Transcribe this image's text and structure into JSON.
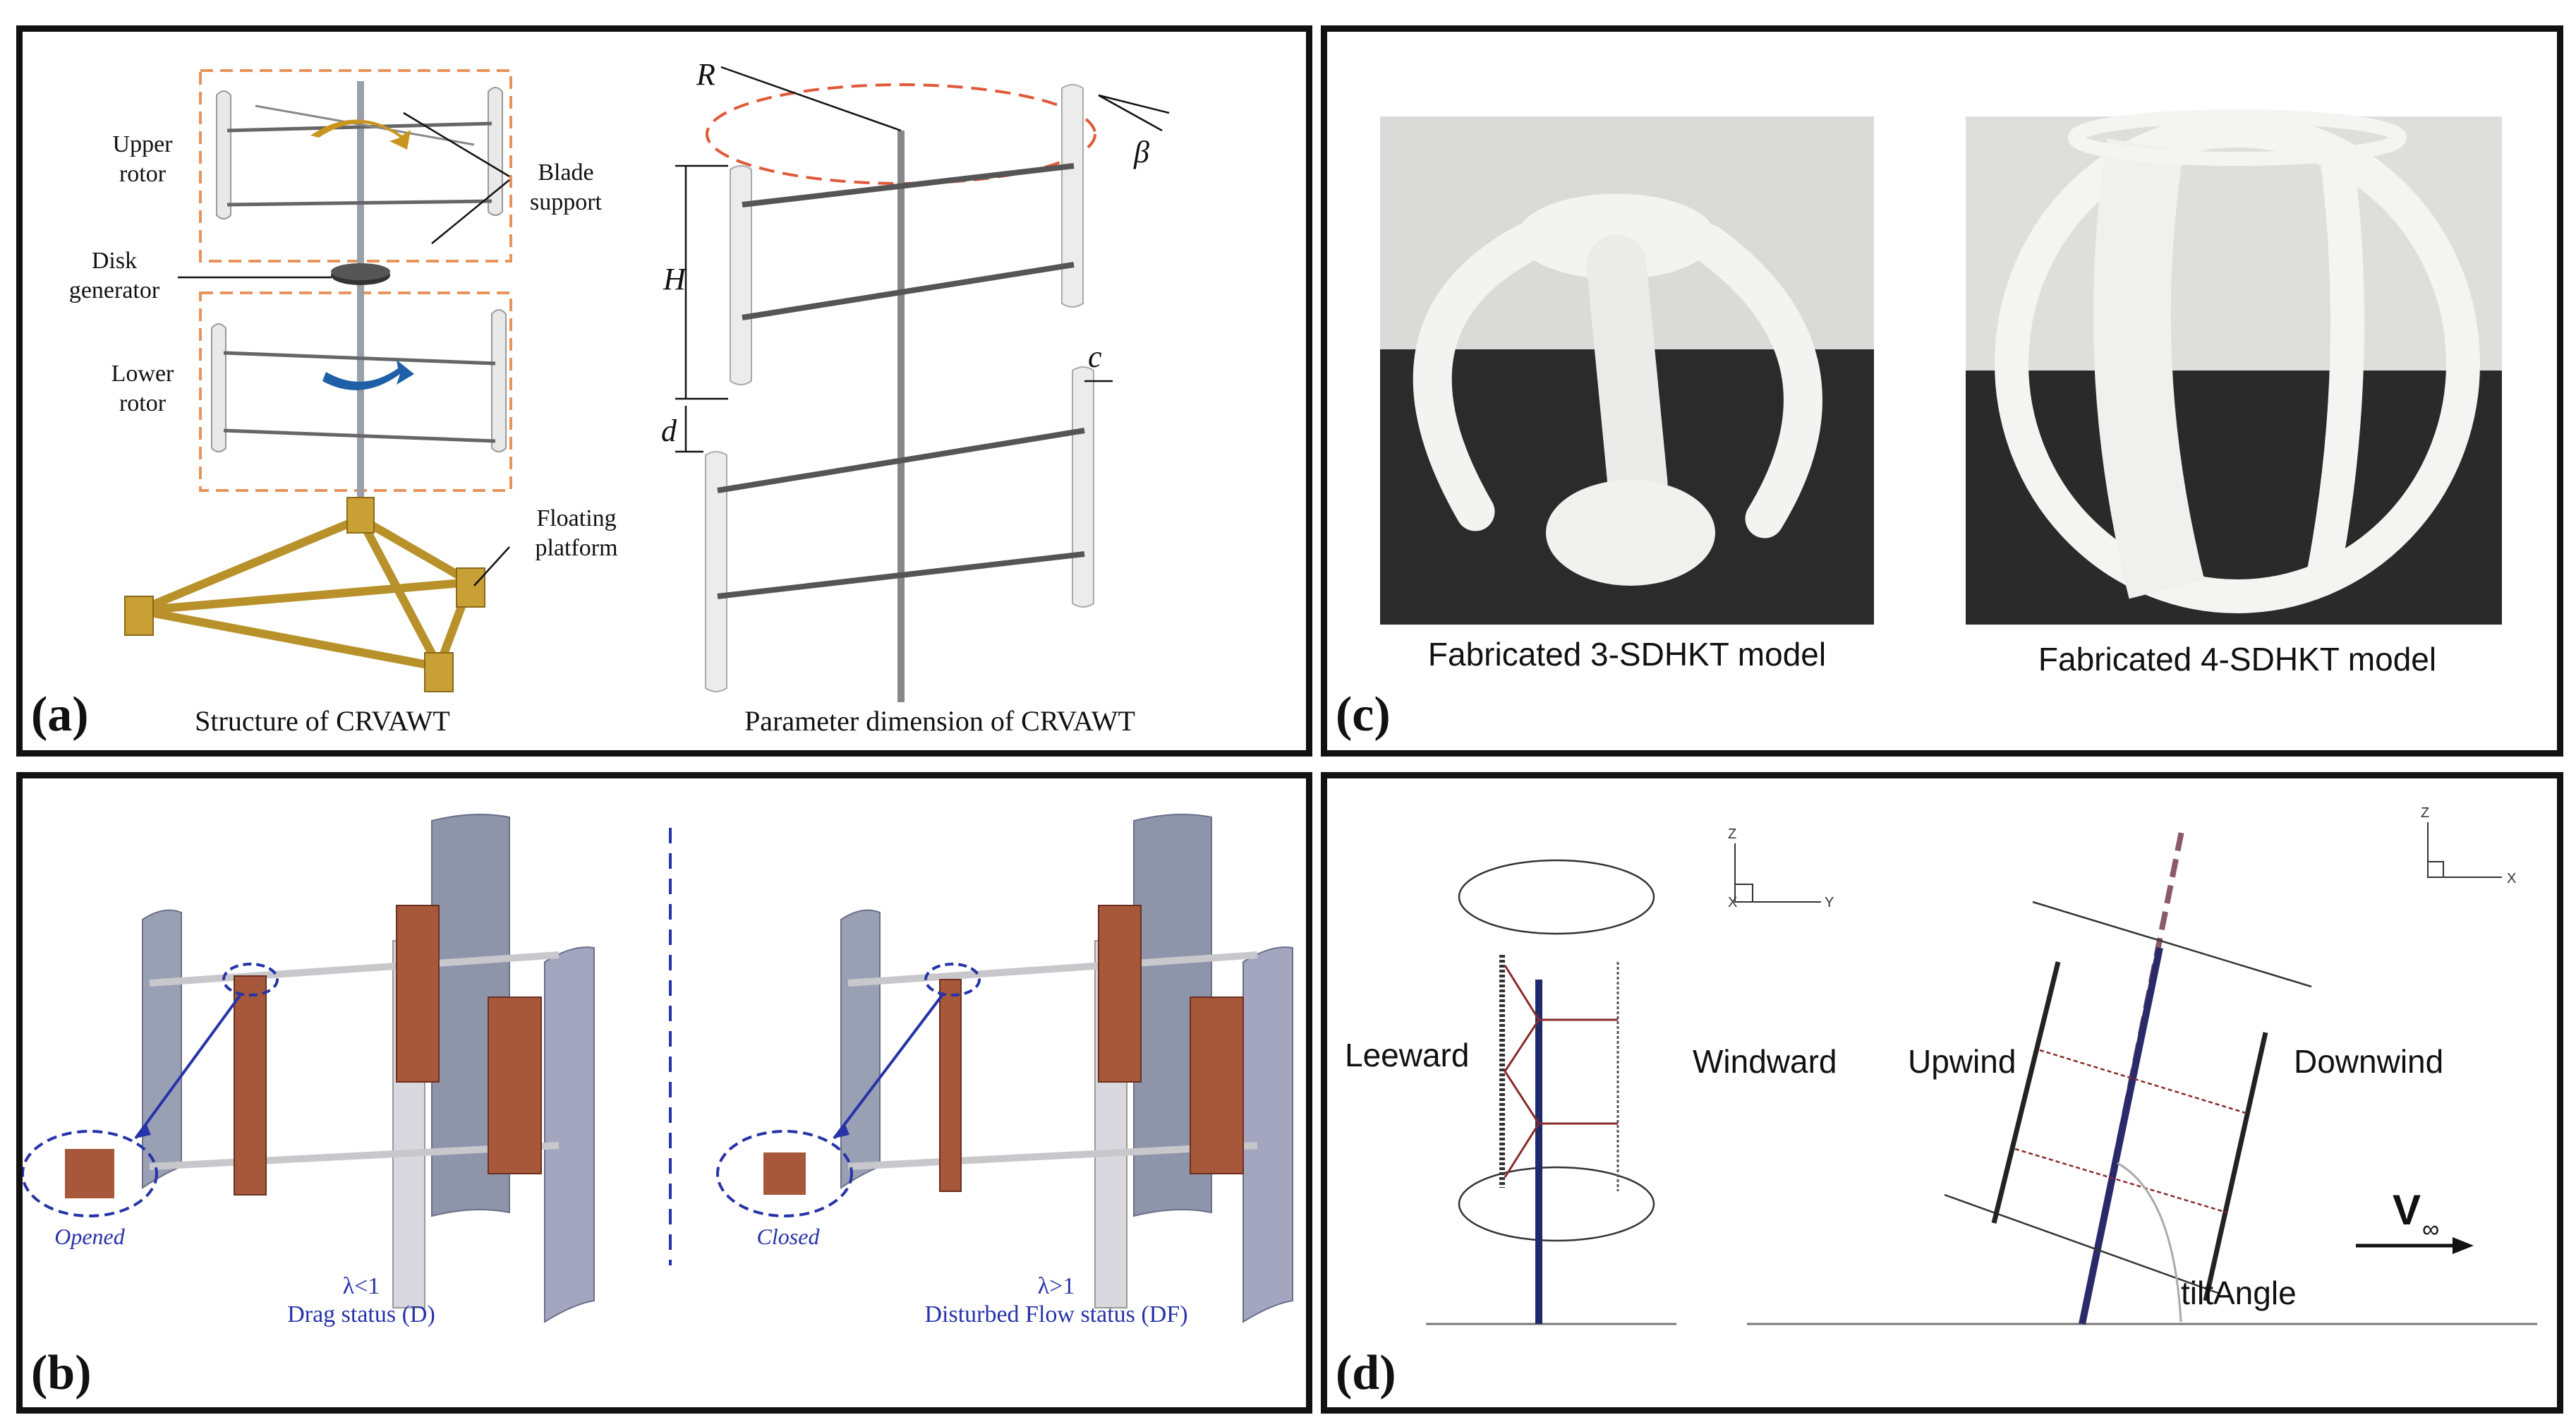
{
  "panels": {
    "a": {
      "panel_label": "(a)",
      "left_caption": "Structure of CRVAWT",
      "right_caption": "Parameter dimension of CRVAWT",
      "labels": {
        "upper_rotor_1": "Upper",
        "upper_rotor_2": "rotor",
        "blade_support_1": "Blade",
        "blade_support_2": "support",
        "disk_generator_1": "Disk",
        "disk_generator_2": "generator",
        "lower_rotor_1": "Lower",
        "lower_rotor_2": "rotor",
        "floating_platform_1": "Floating",
        "floating_platform_2": "platform"
      },
      "params": {
        "R": "R",
        "beta": "β",
        "H": "H",
        "c": "c",
        "d": "d"
      },
      "colors": {
        "dash_box": "#e8935a",
        "ellipse": "#e05a3a",
        "platform": "#b8912a",
        "upper_arrow": "#c8961e",
        "lower_arrow": "#1f5fa8"
      }
    },
    "b": {
      "panel_label": "(b)",
      "left_state": "Opened",
      "right_state": "Closed",
      "left_lambda": "λ<1",
      "left_status": "Drag status (D)",
      "right_lambda": "λ>1",
      "right_status": "Disturbed Flow status (DF)",
      "colors": {
        "text": "#2733a8",
        "copper": "#a8583a",
        "blade": "#9aa0b4"
      }
    },
    "c": {
      "panel_label": "(c)",
      "left_caption": "Fabricated 3-SDHKT model",
      "right_caption": "Fabricated 4-SDHKT model"
    },
    "d": {
      "panel_label": "(d)",
      "leeward": "Leeward",
      "windward": "Windward",
      "upwind": "Upwind",
      "downwind": "Downwind",
      "velocity": "V",
      "velocity_sub": "∞",
      "tilt": "tiltAngle",
      "axis_left": {
        "z": "Z",
        "x": "X",
        "y": "Y"
      },
      "axis_right": {
        "z": "Z",
        "x": "X"
      },
      "colors": {
        "tower": "#1f2a6b",
        "arm": "#8a2a2a"
      }
    }
  }
}
